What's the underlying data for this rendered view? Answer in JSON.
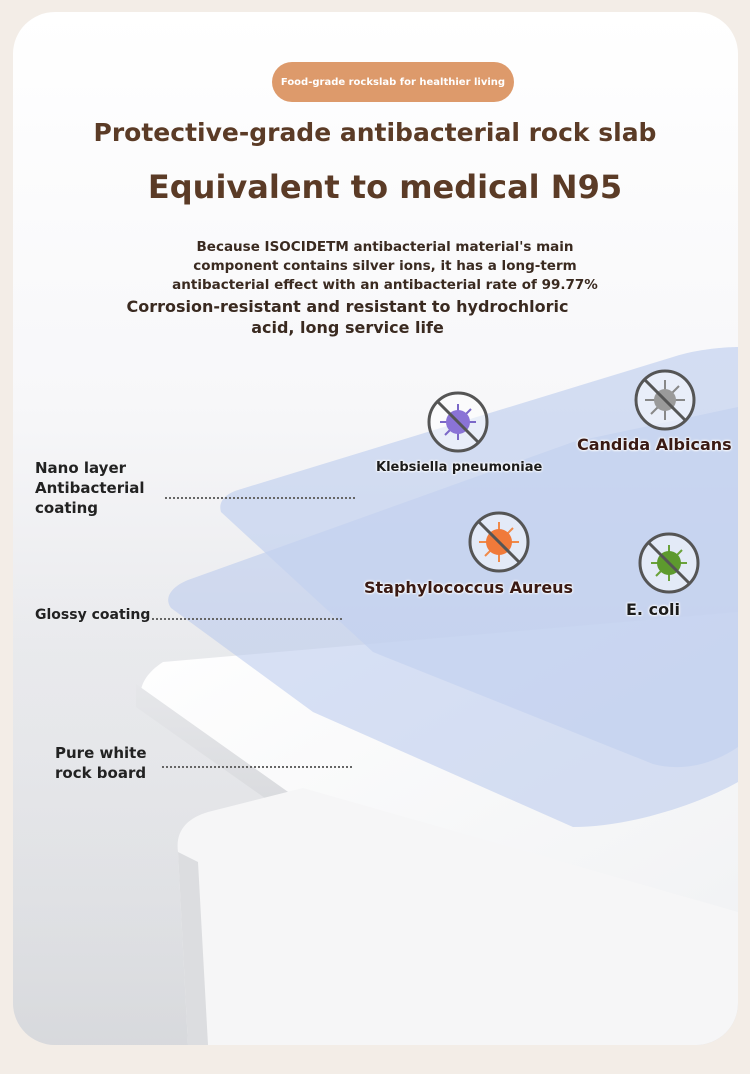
{
  "header": {
    "badge": "Food-grade rockslab for healthier living",
    "title": "Protective-grade antibacterial rock slab",
    "subtitle": "Equivalent to medical N95",
    "description": "Because ISOCIDETM antibacterial material's main component contains silver ions, it has a long-term antibacterial effect with an antibacterial rate of 99.77%",
    "description2": "Corrosion-resistant and resistant to hydrochloric acid, long service life"
  },
  "layers": {
    "nano": "Nano layer Antibacterial coating",
    "glossy": "Glossy coating",
    "board": "Pure white rock board"
  },
  "germs": {
    "klebsiella": "Klebsiella pneumoniae",
    "candida": "Candida Albicans",
    "staph": "Staphylococcus Aureus",
    "ecoli": "E. coli"
  },
  "colors": {
    "badge": "#dd9a6b",
    "title": "#5b3b26",
    "coating": "#b8c9ec",
    "prohibit": "#555555"
  },
  "icons": [
    "no-virus-icon"
  ]
}
